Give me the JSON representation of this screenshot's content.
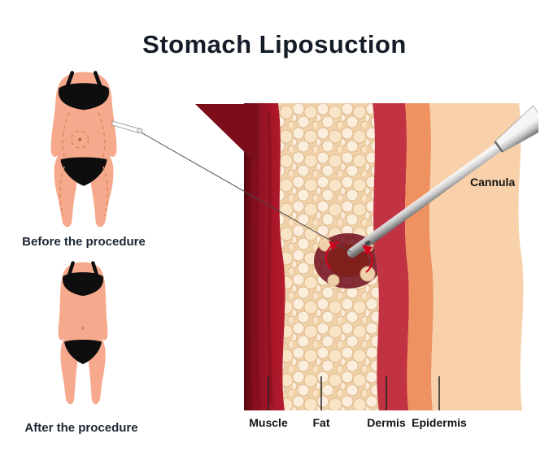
{
  "title": "Stomach Liposuction",
  "before": {
    "label": "Before the procedure"
  },
  "after": {
    "label": "After the procedure"
  },
  "diagram": {
    "cannula_label": "Cannula",
    "layers": [
      {
        "label": "Muscle"
      },
      {
        "label": "Fat"
      },
      {
        "label": "Dermis"
      },
      {
        "label": "Epidermis"
      }
    ]
  },
  "colors": {
    "skin": "#f6a98c",
    "bikini": "#0e0e0e",
    "muscle": "#a81629",
    "muscle_dark": "#7c0d1b",
    "fat": "#f3d9b4",
    "dermis": "#c13343",
    "epidermis_orange": "#ef9261",
    "epidermis_peach": "#f8d0a9",
    "cannula_metal": "#b9b9b9",
    "marks": "#dd8a64"
  }
}
